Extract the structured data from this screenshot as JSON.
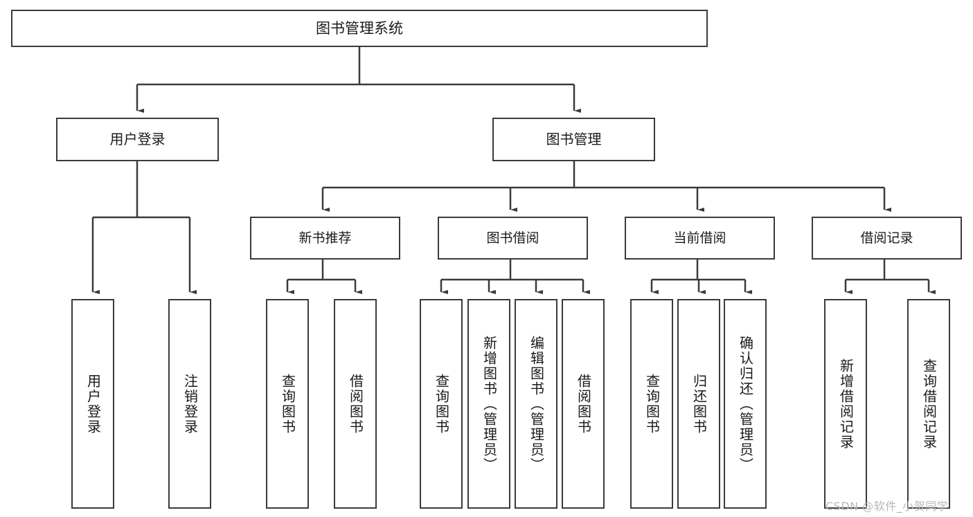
{
  "diagram": {
    "title": "图书管理系统",
    "watermark": "CSDN @软件_小贺同学",
    "colors": {
      "box_border": "#3a3a3a",
      "connector": "#3a3a3a",
      "text": "#1a1a1a",
      "background": "#ffffff",
      "watermark": "#b8b8b8"
    },
    "root": {
      "label": "图书管理系统"
    },
    "level1": [
      {
        "label": "用户登录"
      },
      {
        "label": "图书管理"
      }
    ],
    "level2": [
      {
        "label": "新书推荐"
      },
      {
        "label": "图书借阅"
      },
      {
        "label": "当前借阅"
      },
      {
        "label": "借阅记录"
      }
    ],
    "leaves": {
      "user_login": [
        {
          "label": "用户登录"
        },
        {
          "label": "注销登录"
        }
      ],
      "new_book_recommend": [
        {
          "label": "查询图书"
        },
        {
          "label": "借阅图书"
        }
      ],
      "book_borrow": [
        {
          "label": "查询图书"
        },
        {
          "label": "新增图书（管理员）"
        },
        {
          "label": "编辑图书（管理员）"
        },
        {
          "label": "借阅图书"
        }
      ],
      "current_borrow": [
        {
          "label": "查询图书"
        },
        {
          "label": "归还图书"
        },
        {
          "label": "确认归还（管理员）"
        }
      ],
      "borrow_record": [
        {
          "label": "新增借阅记录"
        },
        {
          "label": "查询借阅记录"
        }
      ]
    }
  }
}
